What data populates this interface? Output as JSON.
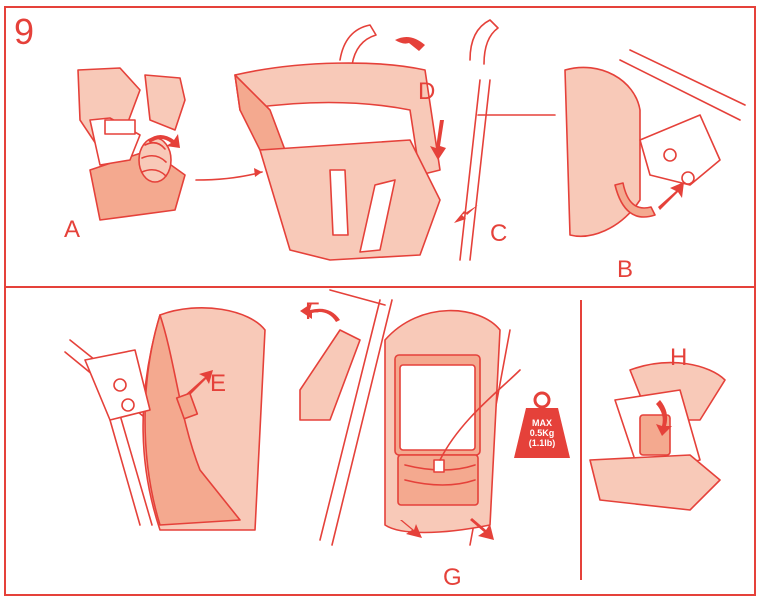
{
  "figure": {
    "step_number": "9",
    "labels": {
      "a": "A",
      "b": "B",
      "c": "C",
      "d": "D",
      "e": "E",
      "f": "F",
      "g": "G",
      "h": "H"
    },
    "weight_badge": {
      "line1": "MAX",
      "line2": "0.5Kg",
      "line3": "(1.1lb)"
    },
    "colors": {
      "stroke": "#e5413a",
      "fill_light": "#f8c9b8",
      "fill_mid": "#f4a98f",
      "accent": "#e5413a"
    }
  }
}
